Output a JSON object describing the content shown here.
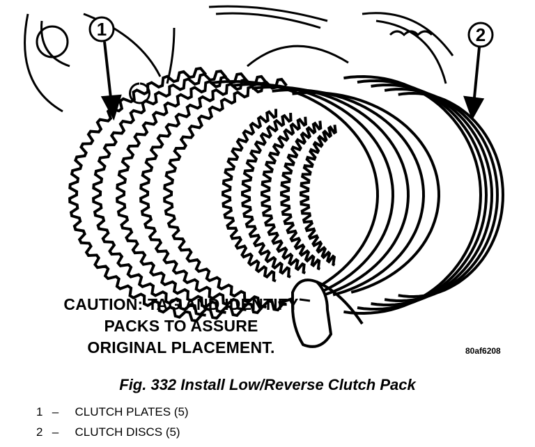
{
  "illustration": {
    "callouts": [
      "1",
      "2"
    ],
    "caution_lines": [
      "CAUTION: TAG AND IDENTIFY",
      "PACKS TO ASSURE",
      "ORIGINAL PLACEMENT."
    ],
    "figure_id": "80af6208"
  },
  "caption": "Fig. 332 Install Low/Reverse Clutch Pack",
  "legend": [
    {
      "num": "1",
      "dash": "–",
      "text": "CLUTCH PLATES (5)"
    },
    {
      "num": "2",
      "dash": "–",
      "text": "CLUTCH DISCS (5)"
    }
  ],
  "colors": {
    "ink": "#000000",
    "paper": "#ffffff"
  }
}
